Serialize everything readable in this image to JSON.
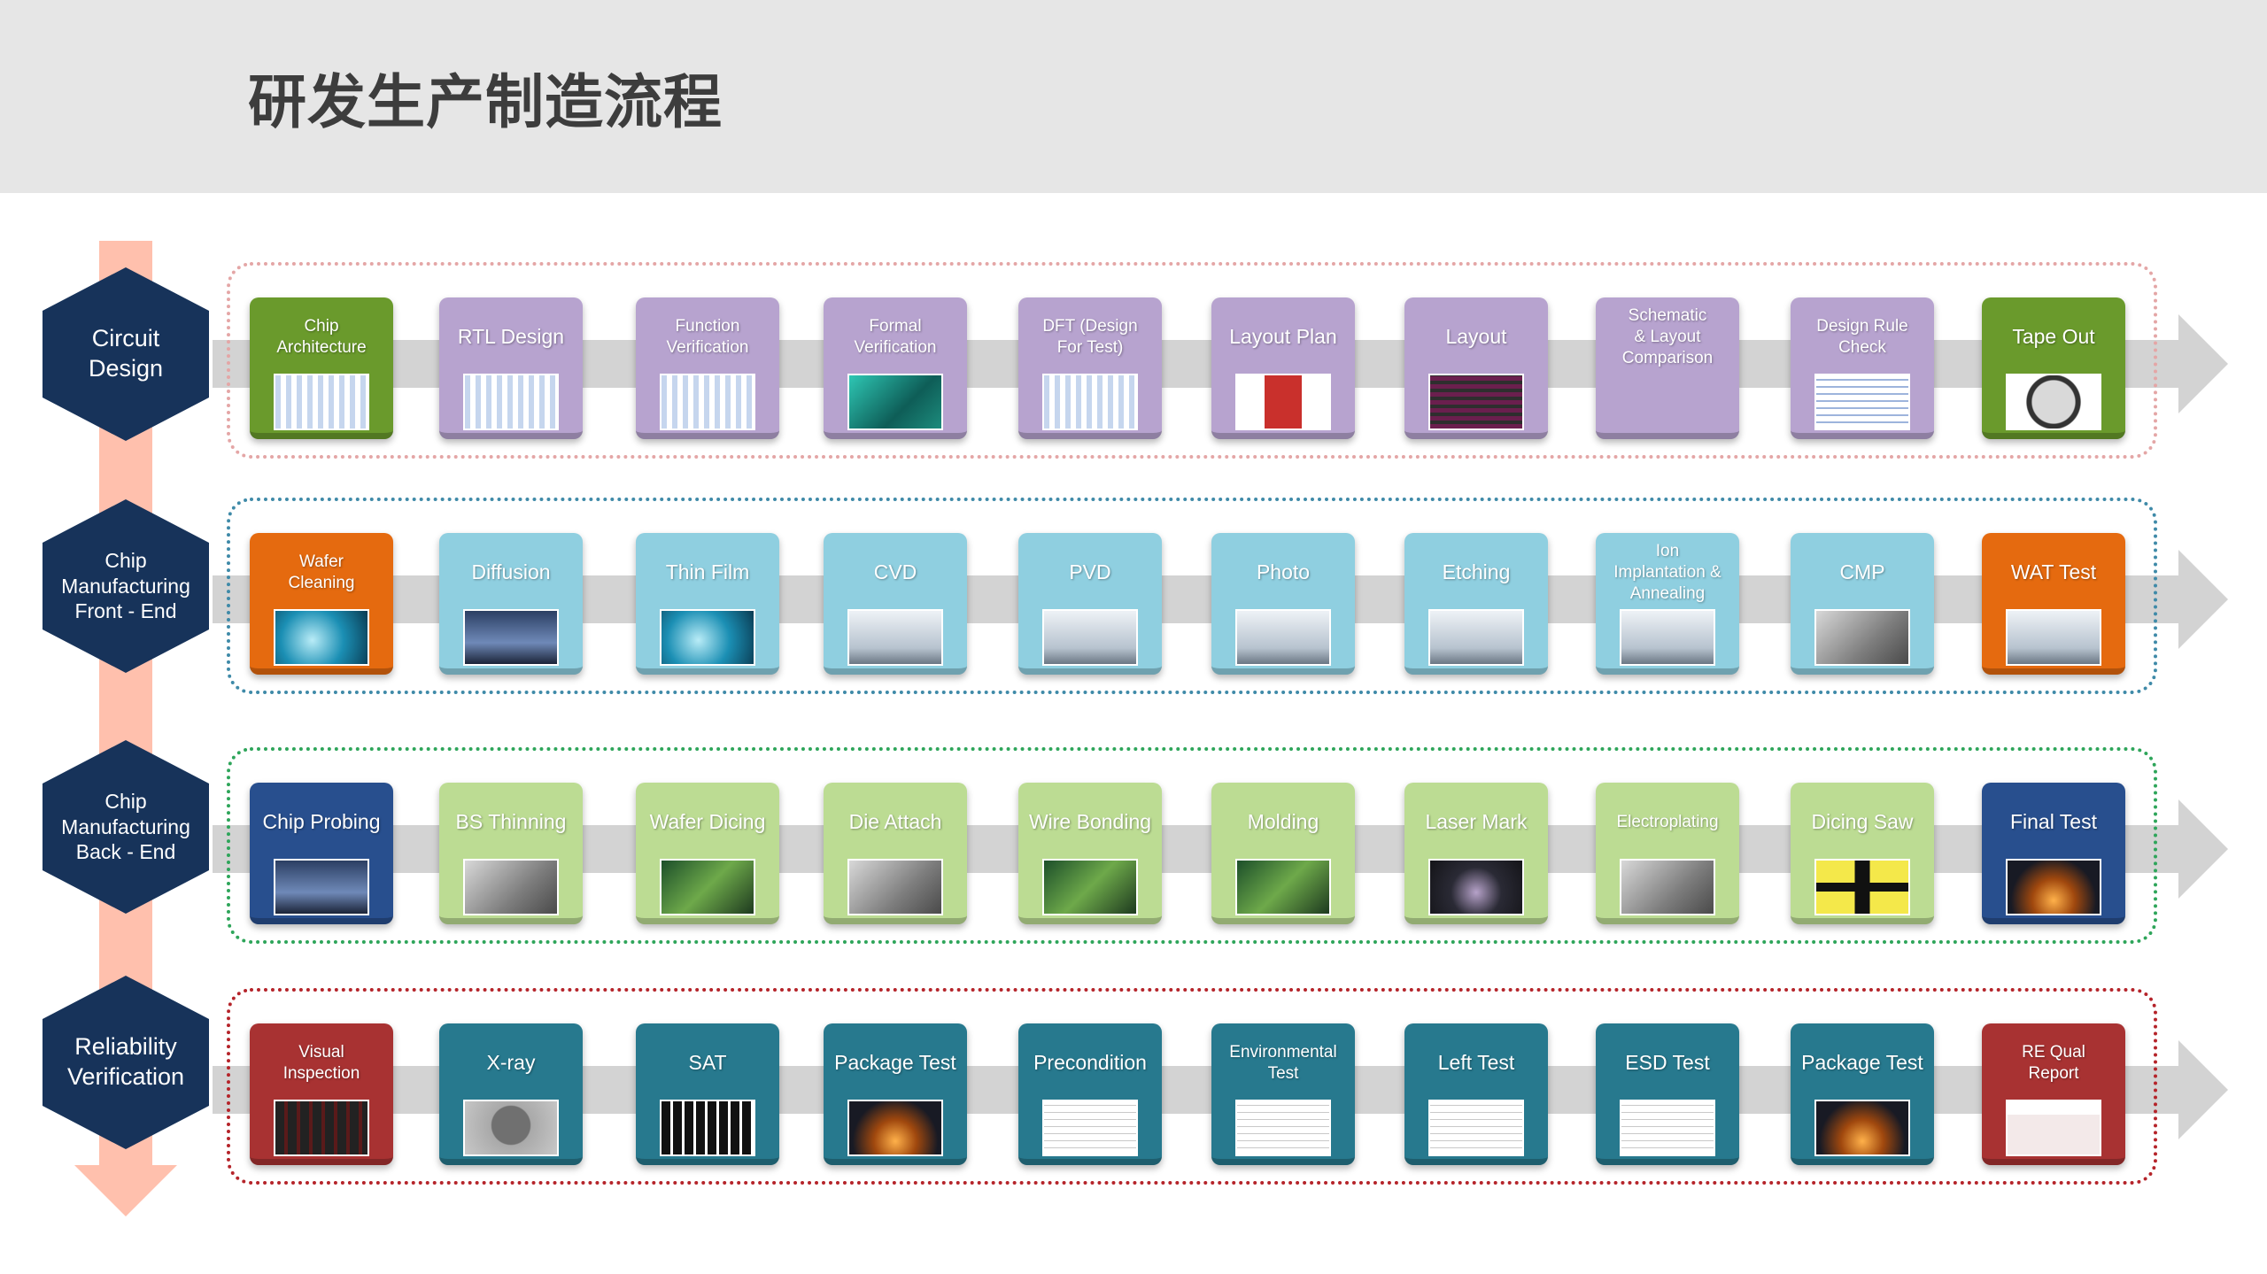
{
  "title": "研发生产制造流程",
  "colors": {
    "header_bg": "#e6e6e6",
    "hexagon": "#17335a",
    "vertical_arrow": "#ffc0ad",
    "track": "#d3d3d3",
    "purple_tile": "#b7a3cf",
    "green_tile": "#6a9a2c",
    "lightblue_tile": "#8fcfe0",
    "orange_tile": "#e56a0f",
    "lightgreen_tile": "#bcdc93",
    "blue_tile": "#284f8e",
    "teal_tile": "#27798e",
    "red_tile": "#a83232"
  },
  "rows": [
    {
      "label": "Circuit\nDesign",
      "frame_color": "#e4a6a6",
      "steps": [
        {
          "label": "Chip\nArchitecture",
          "color": "#6a9a2c",
          "pic": "diagram"
        },
        {
          "label": "RTL Design",
          "color": "#b7a3cf",
          "pic": "diagram"
        },
        {
          "label": "Function\nVerification",
          "color": "#b7a3cf",
          "pic": "diagram"
        },
        {
          "label": "Formal\nVerification",
          "color": "#b7a3cf",
          "pic": "chip"
        },
        {
          "label": "DFT (Design\nFor Test)",
          "color": "#b7a3cf",
          "pic": "diagram"
        },
        {
          "label": "Layout Plan",
          "color": "#b7a3cf",
          "pic": "redstack"
        },
        {
          "label": "Layout",
          "color": "#b7a3cf",
          "pic": "layout"
        },
        {
          "label": "Schematic\n& Layout\nComparison",
          "color": "#b7a3cf",
          "pic": "none"
        },
        {
          "label": "Design Rule\nCheck",
          "color": "#b7a3cf",
          "pic": "checklist"
        },
        {
          "label": "Tape Out",
          "color": "#6a9a2c",
          "pic": "wafer"
        }
      ]
    },
    {
      "label": "Chip\nManufacturing\nFront - End",
      "frame_color": "#3f8aa8",
      "steps": [
        {
          "label": "Wafer\nCleaning",
          "color": "#e56a0f",
          "pic": "bluewafer"
        },
        {
          "label": "Diffusion",
          "color": "#8fcfe0",
          "pic": "machine-dark"
        },
        {
          "label": "Thin Film",
          "color": "#8fcfe0",
          "pic": "bluewafer"
        },
        {
          "label": "CVD",
          "color": "#8fcfe0",
          "pic": "machine"
        },
        {
          "label": "PVD",
          "color": "#8fcfe0",
          "pic": "machine"
        },
        {
          "label": "Photo",
          "color": "#8fcfe0",
          "pic": "machine"
        },
        {
          "label": "Etching",
          "color": "#8fcfe0",
          "pic": "machine"
        },
        {
          "label": "Ion\nImplantation &\nAnnealing",
          "color": "#8fcfe0",
          "pic": "machine"
        },
        {
          "label": "CMP",
          "color": "#8fcfe0",
          "pic": "grey"
        },
        {
          "label": "WAT Test",
          "color": "#e56a0f",
          "pic": "machine"
        }
      ]
    },
    {
      "label": "Chip\nManufacturing\nBack - End",
      "frame_color": "#2ea55a",
      "steps": [
        {
          "label": "Chip Probing",
          "color": "#284f8e",
          "pic": "machine-dark"
        },
        {
          "label": "BS Thinning",
          "color": "#bcdc93",
          "pic": "grey"
        },
        {
          "label": "Wafer Dicing",
          "color": "#bcdc93",
          "pic": "pcb"
        },
        {
          "label": "Die Attach",
          "color": "#bcdc93",
          "pic": "grey"
        },
        {
          "label": "Wire Bonding",
          "color": "#bcdc93",
          "pic": "pcb"
        },
        {
          "label": "Molding",
          "color": "#bcdc93",
          "pic": "pcb"
        },
        {
          "label": "Laser Mark",
          "color": "#bcdc93",
          "pic": "dark"
        },
        {
          "label": "Electroplating",
          "color": "#bcdc93",
          "pic": "grey"
        },
        {
          "label": "Dicing Saw",
          "color": "#bcdc93",
          "pic": "cross"
        },
        {
          "label": "Final Test",
          "color": "#284f8e",
          "pic": "fire"
        }
      ]
    },
    {
      "label": "Reliability\nVerification",
      "frame_color": "#b5242a",
      "steps": [
        {
          "label": "Visual\nInspection",
          "color": "#a83232",
          "pic": "redboard"
        },
        {
          "label": "X-ray",
          "color": "#27798e",
          "pic": "xray"
        },
        {
          "label": "SAT",
          "color": "#27798e",
          "pic": "grid"
        },
        {
          "label": "Package Test",
          "color": "#27798e",
          "pic": "fire"
        },
        {
          "label": "Precondition",
          "color": "#27798e",
          "pic": "doc"
        },
        {
          "label": "Environmental\nTest",
          "color": "#27798e",
          "pic": "doc"
        },
        {
          "label": "Left Test",
          "color": "#27798e",
          "pic": "doc"
        },
        {
          "label": "ESD Test",
          "color": "#27798e",
          "pic": "doc"
        },
        {
          "label": "Package Test",
          "color": "#27798e",
          "pic": "fire"
        },
        {
          "label": "RE Qual\nReport",
          "color": "#a83232",
          "pic": "report"
        }
      ]
    }
  ]
}
